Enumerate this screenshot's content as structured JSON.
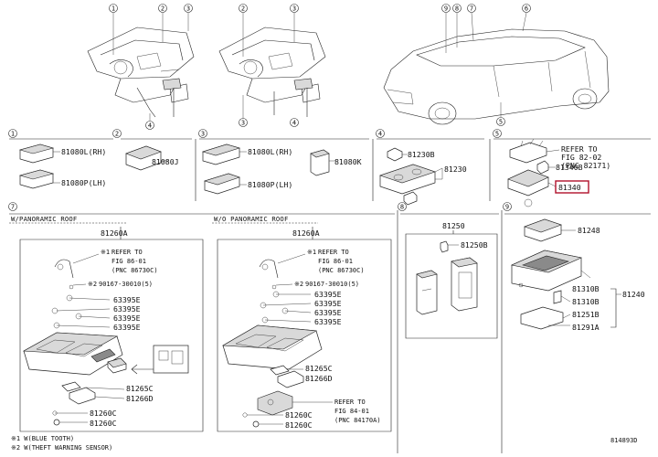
{
  "callouts": [
    "1",
    "2",
    "3",
    "4",
    "5",
    "6",
    "7",
    "8",
    "9"
  ],
  "sec1": {
    "p1": "81080L(RH)",
    "p2": "81080P(LH)"
  },
  "sec2": {
    "p1": "81080J"
  },
  "sec3": {
    "p1": "81080L(RH)",
    "p2": "81080P(LH)",
    "p3": "81080K"
  },
  "sec4": {
    "p1": "81230B",
    "p2": "81230"
  },
  "sec5": {
    "ref_lines": [
      "REFER TO",
      "FIG 82-02",
      "(PNC 82171)"
    ],
    "p1": "81340B",
    "p2": "81340"
  },
  "sec7": {
    "header": "W/PANORAMIC ROOF",
    "top_part": "81260A",
    "ref_lines": [
      "REFER TO",
      "FIG 86-01",
      "(PNC 86730C)"
    ],
    "screw": "90167-30010(5)",
    "parts": [
      "63395E",
      "63395E",
      "63395E",
      "63395E"
    ],
    "p_c": "81265C",
    "p_d": "81266D",
    "bottom": [
      "81260C",
      "81260C"
    ]
  },
  "sec8": {
    "header": "W/O PANORAMIC ROOF",
    "top_part": "81260A",
    "ref_lines": [
      "REFER TO",
      "FIG 86-01",
      "(PNC 86730C)"
    ],
    "screw": "90167-30010(5)",
    "parts": [
      "63395E",
      "63395E",
      "63395E",
      "63395E"
    ],
    "p_c": "81265C",
    "p_d": "81266D",
    "ref2_lines": [
      "REFER TO",
      "FIG 84-01",
      "(PNC 84170A)"
    ],
    "bottom": [
      "81260C",
      "81260C"
    ]
  },
  "sec9": {
    "top": "81250",
    "p1": "81250B"
  },
  "sec10": {
    "p_top": "81248",
    "parts": [
      "81310B",
      "81310B",
      "81251B",
      "81291A"
    ],
    "assy": "81240"
  },
  "footnotes": [
    "※1 W(BLUE TOOTH)",
    "※2 W(THEFT WARNING SENSOR)"
  ],
  "fig_code": "814893D"
}
